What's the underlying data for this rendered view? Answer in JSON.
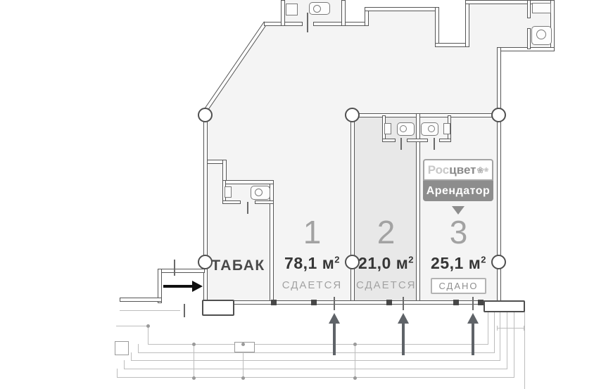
{
  "plan": {
    "tabak_label": "ТАБАК",
    "units": [
      {
        "number": "1",
        "area": "78,1",
        "area_unit": "м",
        "area_exp": "2",
        "status": "СДАЕТСЯ"
      },
      {
        "number": "2",
        "area": "21,0",
        "area_unit": "м",
        "area_exp": "2",
        "status": "СДАЕТСЯ"
      },
      {
        "number": "3",
        "area": "25,1",
        "area_unit": "м",
        "area_exp": "2",
        "status": "СДАНО"
      }
    ],
    "tenant": {
      "brand_light": "Рос",
      "brand_dark": "цвет",
      "flower_icon": "❀",
      "label": "Арендатор"
    },
    "colors": {
      "wall": "#565656",
      "floor": "#f4f4f4",
      "unit2_floor": "#e8e8e8",
      "tenant_badge": "#8d8d8d",
      "sidewalk": "#bdbdbd",
      "entry_arrow": "#5f6368",
      "entrance_arrow": "#0f0f0f"
    }
  }
}
